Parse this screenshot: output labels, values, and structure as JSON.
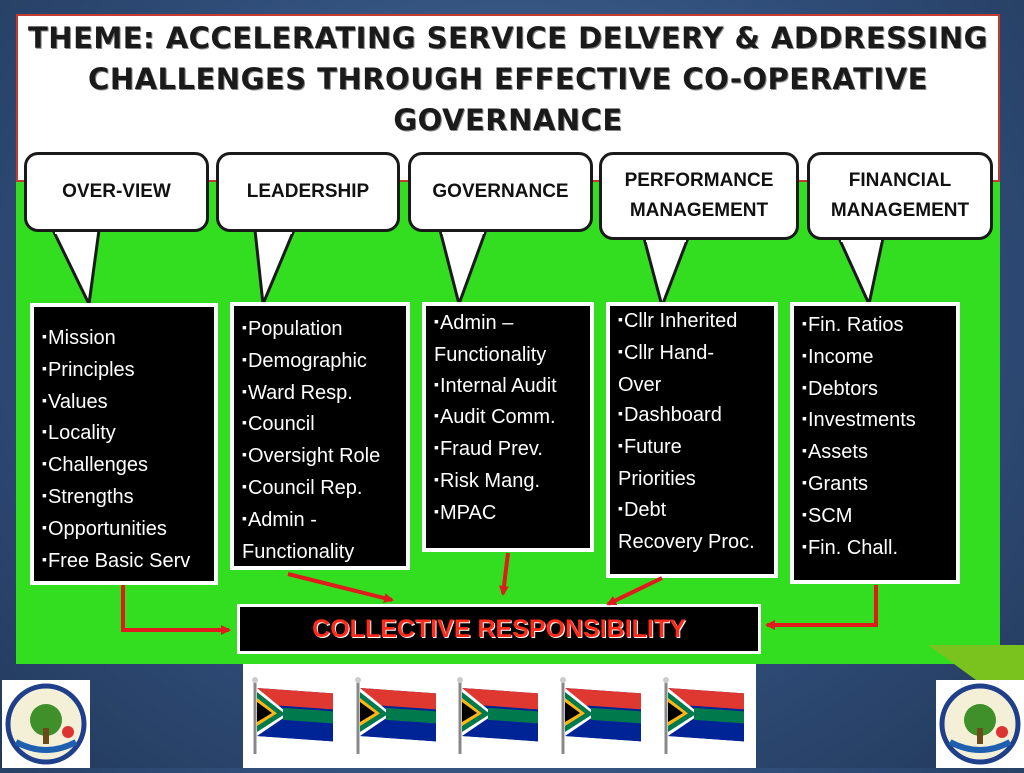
{
  "title": "THEME: ACCELERATING SERVICE DELVERY & ADDRESSING CHALLENGES THROUGH EFFECTIVE CO-OPERATIVE GOVERNANCE",
  "colors": {
    "slide_background": "#2f4d78",
    "panel_green": "#33dd1f",
    "connector_red": "#e11b1b",
    "collective_text": "#ff2a1a"
  },
  "columns": [
    {
      "heading": "OVER-VIEW",
      "items": [
        "Mission",
        "Principles",
        "Values",
        "Locality",
        "Challenges",
        "Strengths",
        "Opportunities",
        "Free Basic Serv"
      ]
    },
    {
      "heading": "LEADERSHIP",
      "items": [
        "Population",
        "Demographic",
        "Ward Resp.",
        "Council",
        "Oversight Role",
        "Council Rep.",
        "Admin -\nFunctionality"
      ]
    },
    {
      "heading": "GOVERNANCE",
      "items": [
        "Admin –\nFunctionality",
        "Internal Audit",
        "Audit Comm.",
        "Fraud Prev.",
        "Risk Mang.",
        "MPAC"
      ]
    },
    {
      "heading": "PERFORMANCE MANAGEMENT",
      "items": [
        "Cllr Inherited",
        "Cllr Hand-\nOver",
        "Dashboard",
        "Future\nPriorities",
        "Debt\nRecovery Proc."
      ]
    },
    {
      "heading": "FINANCIAL MANAGEMENT",
      "items": [
        "Fin. Ratios",
        "Income",
        "Debtors",
        "Investments",
        "Assets",
        "Grants",
        "SCM",
        "Fin. Chall."
      ]
    }
  ],
  "collective": "COLLECTIVE RESPONSIBILITY",
  "footer": {
    "flag_count": 5,
    "logo_icon": "municipality-crest-icon",
    "flag_icon": "south-african-flag-icon"
  }
}
